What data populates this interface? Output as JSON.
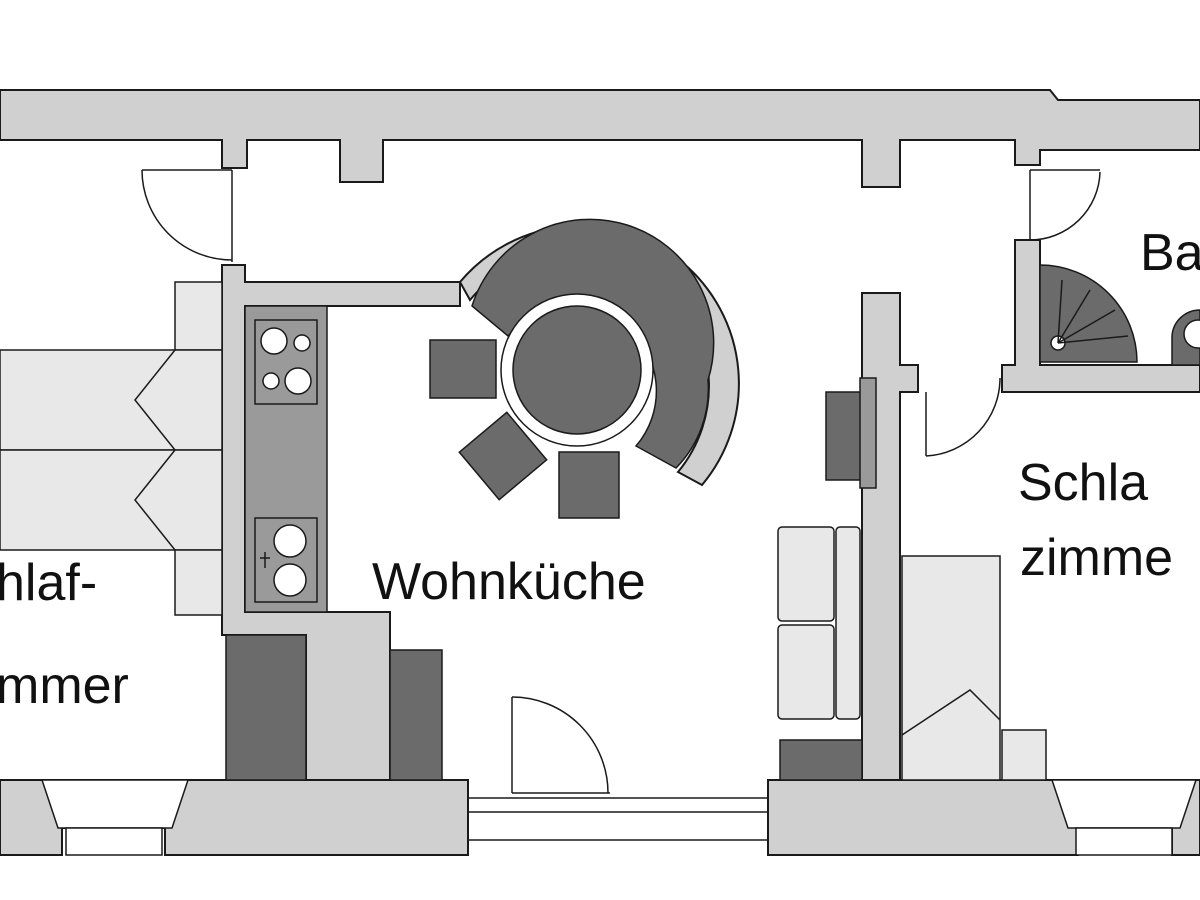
{
  "rooms": {
    "left_bedroom_line1": "hlaf-",
    "left_bedroom_line2": "mmer",
    "kitchen": "Wohnküche",
    "right_bedroom_line1": "Schla",
    "right_bedroom_line2": "zimme",
    "bath": "Ba"
  },
  "colors": {
    "wall": "#d0d0d0",
    "furniture_dark": "#6b6b6b",
    "furniture_light": "#e8e8e8",
    "line": "#1a1a1a"
  }
}
